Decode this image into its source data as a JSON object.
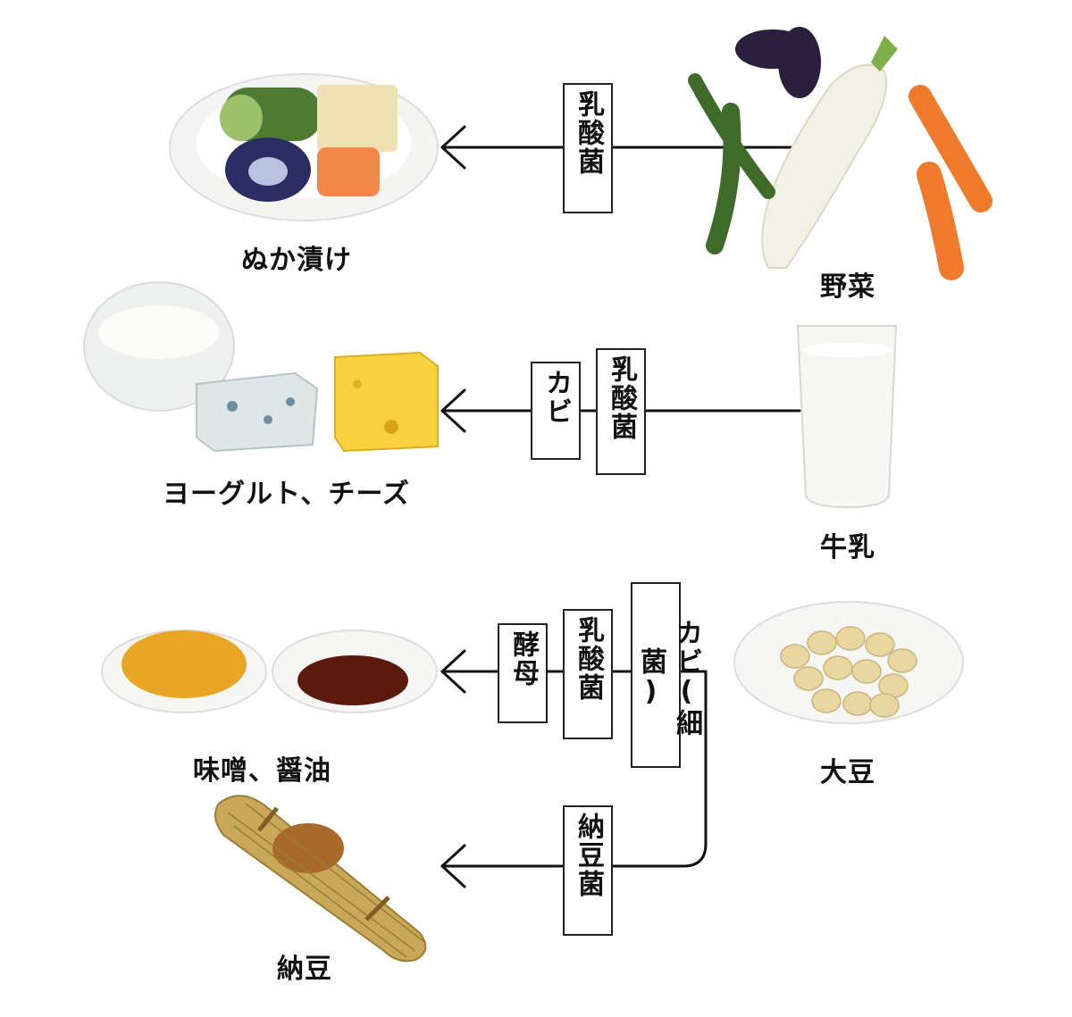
{
  "rows": [
    {
      "id": "vegetables",
      "source": "野菜",
      "product": "ぬか漬け",
      "agents": [
        "乳酸菌"
      ]
    },
    {
      "id": "milk",
      "source": "牛乳",
      "product": "ヨーグルト、チーズ",
      "agents": [
        "カビ",
        "乳酸菌"
      ]
    },
    {
      "id": "soybean",
      "source": "大豆",
      "product": "味噌、醤油",
      "agents": [
        "酵母",
        "乳酸菌",
        "カビ(細菌)"
      ]
    },
    {
      "id": "natto",
      "product": "納豆",
      "agents": [
        "納豆菌"
      ]
    }
  ],
  "colors": {
    "line": "#111111",
    "milk": "#f7f7f4",
    "daikon": "#f3f1e6",
    "carrot": "#f07a2c",
    "cucumber": "#3f6b2a",
    "eggplant": "#2a1f3d",
    "cheese_yellow": "#f7d23e",
    "blue_cheese": "#dfe6e8",
    "miso": "#e8a626",
    "soy_sauce": "#5b1a0c",
    "soybean": "#e8d7a0",
    "straw": "#c9a85a"
  },
  "icons": [
    "vegetables-image",
    "nukazuke-image",
    "milk-glass-image",
    "yogurt-cheese-image",
    "soybean-bowl-image",
    "miso-soysauce-image",
    "natto-straw-image"
  ]
}
